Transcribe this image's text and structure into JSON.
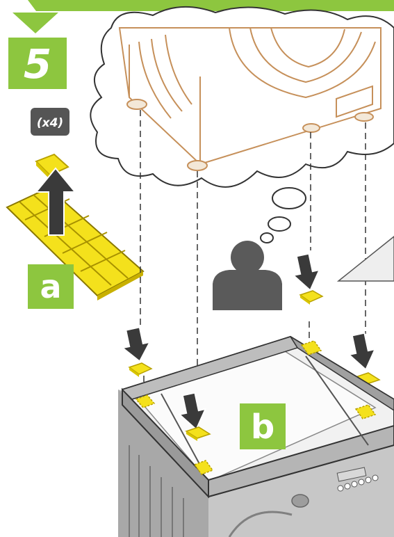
{
  "step": {
    "number": "5"
  },
  "quantity": {
    "text": "(x4)"
  },
  "labels": {
    "a": "a",
    "b": "b"
  },
  "colors": {
    "accent_green": "#8dc63f",
    "pad_yellow": "#f4e11c",
    "pad_outline": "#b8a100",
    "arrow_dark": "#3a3a3a",
    "person_gray": "#5a5a5a",
    "machine_line": "#c6905a",
    "frame_gray": "#9a9a9a"
  },
  "icons": [
    "step-badge-icon",
    "down-arrow-icon",
    "up-arrow-icon",
    "person-icon",
    "thought-bubble-icon",
    "washing-machine-icon",
    "pedestal-frame-icon",
    "adhesive-pad-icon"
  ]
}
